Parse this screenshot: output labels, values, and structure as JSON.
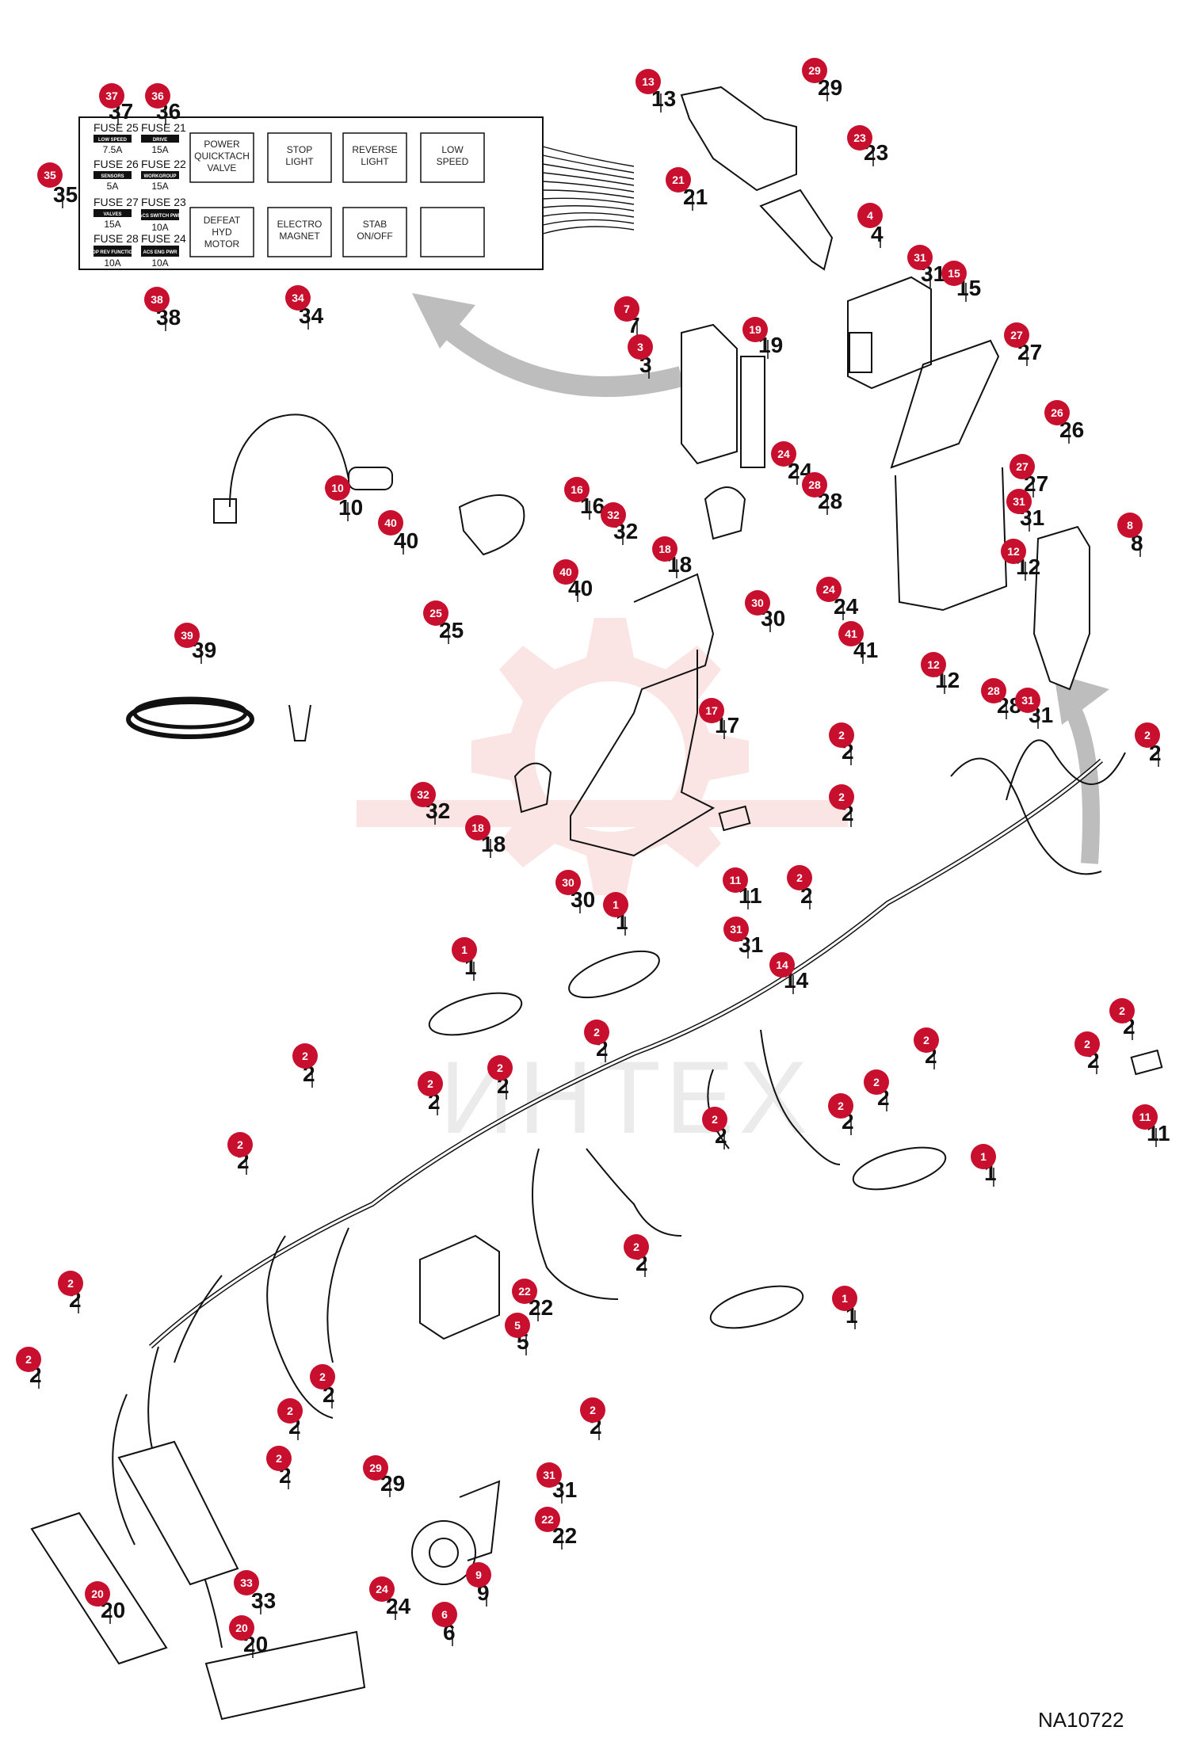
{
  "figure_id": "NA10722",
  "watermark_text": "ИНТЕХ",
  "colors": {
    "badge": "#c8102e",
    "line": "#111111",
    "watermark": "#f2b3b3",
    "arrow": "#bdbdbd"
  },
  "fuse_panel": {
    "relays": [
      {
        "lines": [
          "POWER",
          "QUICKTACH",
          "VALVE"
        ]
      },
      {
        "lines": [
          "STOP",
          "LIGHT"
        ]
      },
      {
        "lines": [
          "REVERSE",
          "LIGHT"
        ]
      },
      {
        "lines": [
          "LOW",
          "SPEED"
        ]
      },
      {
        "lines": [
          "DEFEAT",
          "HYD",
          "MOTOR"
        ]
      },
      {
        "lines": [
          "ELECTRO",
          "MAGNET"
        ]
      },
      {
        "lines": [
          "STAB",
          "ON/OFF"
        ]
      },
      {
        "lines": []
      }
    ],
    "fuses": [
      {
        "title": "FUSE 25",
        "tag": "LOW SPEED",
        "amp": "7.5A"
      },
      {
        "title": "FUSE 21",
        "tag": "DRIVE",
        "amp": "15A"
      },
      {
        "title": "FUSE 26",
        "tag": "SENSORS",
        "amp": "5A"
      },
      {
        "title": "FUSE 22",
        "tag": "WORKGROUP",
        "amp": "15A"
      },
      {
        "title": "FUSE 27",
        "tag": "VALVES",
        "amp": "15A"
      },
      {
        "title": "FUSE 23",
        "tag": "ACS SWITCH PWR",
        "amp": "10A"
      },
      {
        "title": "FUSE 28",
        "tag": "STOP REV FUNCTIONS",
        "amp": "10A"
      },
      {
        "title": "FUSE 24",
        "tag": "ACS ENG PWR",
        "amp": "10A"
      }
    ]
  },
  "callouts": [
    {
      "id": "37",
      "badge": "37",
      "num": "37"
    },
    {
      "id": "36",
      "badge": "36",
      "num": "36"
    },
    {
      "id": "35",
      "badge": "35",
      "num": "35"
    },
    {
      "id": "38",
      "badge": "38",
      "num": "38"
    },
    {
      "id": "34",
      "badge": "34",
      "num": "34"
    },
    {
      "id": "13",
      "badge": "13",
      "num": "13"
    },
    {
      "id": "29a",
      "badge": "29",
      "num": "29"
    },
    {
      "id": "23",
      "badge": "23",
      "num": "23"
    },
    {
      "id": "21",
      "badge": "21",
      "num": "21"
    },
    {
      "id": "4",
      "badge": "4",
      "num": "4"
    },
    {
      "id": "31a",
      "badge": "31",
      "num": "31"
    },
    {
      "id": "15",
      "badge": "15",
      "num": "15"
    },
    {
      "id": "7",
      "badge": "7",
      "num": "7"
    },
    {
      "id": "3",
      "badge": "3",
      "num": "3"
    },
    {
      "id": "19",
      "badge": "19",
      "num": "19"
    },
    {
      "id": "27a",
      "badge": "27",
      "num": "27"
    },
    {
      "id": "26",
      "badge": "26",
      "num": "26"
    },
    {
      "id": "27b",
      "badge": "27",
      "num": "27"
    },
    {
      "id": "24a",
      "badge": "24",
      "num": "24"
    },
    {
      "id": "28a",
      "badge": "28",
      "num": "28"
    },
    {
      "id": "31b",
      "badge": "31",
      "num": "31"
    },
    {
      "id": "8",
      "badge": "8",
      "num": "8"
    },
    {
      "id": "12a",
      "badge": "12",
      "num": "12"
    },
    {
      "id": "24b",
      "badge": "24",
      "num": "24"
    },
    {
      "id": "41",
      "badge": "41",
      "num": "41"
    },
    {
      "id": "12b",
      "badge": "12",
      "num": "12"
    },
    {
      "id": "28b",
      "badge": "28",
      "num": "28"
    },
    {
      "id": "31c",
      "badge": "31",
      "num": "31"
    },
    {
      "id": "31d",
      "badge": "31",
      "num": "31"
    },
    {
      "id": "10",
      "badge": "10",
      "num": "10"
    },
    {
      "id": "16",
      "badge": "16",
      "num": "16"
    },
    {
      "id": "40a",
      "badge": "40",
      "num": "40"
    },
    {
      "id": "40b",
      "badge": "40",
      "num": "40"
    },
    {
      "id": "25",
      "badge": "25",
      "num": "25"
    },
    {
      "id": "32a",
      "badge": "32",
      "num": "32"
    },
    {
      "id": "18a",
      "badge": "18",
      "num": "18"
    },
    {
      "id": "30a",
      "badge": "30",
      "num": "30"
    },
    {
      "id": "39",
      "badge": "39",
      "num": "39"
    },
    {
      "id": "17",
      "badge": "17",
      "num": "17"
    },
    {
      "id": "32b",
      "badge": "32",
      "num": "32"
    },
    {
      "id": "18b",
      "badge": "18",
      "num": "18"
    },
    {
      "id": "30b",
      "badge": "30",
      "num": "30"
    },
    {
      "id": "11a",
      "badge": "11",
      "num": "11"
    },
    {
      "id": "2a",
      "badge": "2",
      "num": "2"
    },
    {
      "id": "2b",
      "badge": "2",
      "num": "2"
    },
    {
      "id": "2c",
      "badge": "2",
      "num": "2"
    },
    {
      "id": "2d",
      "badge": "2",
      "num": "2"
    },
    {
      "id": "1a",
      "badge": "1",
      "num": "1"
    },
    {
      "id": "31e",
      "badge": "31",
      "num": "31"
    },
    {
      "id": "14",
      "badge": "14",
      "num": "14"
    },
    {
      "id": "1b",
      "badge": "1",
      "num": "1"
    },
    {
      "id": "2e",
      "badge": "2",
      "num": "2"
    },
    {
      "id": "2f",
      "badge": "2",
      "num": "2"
    },
    {
      "id": "2g",
      "badge": "2",
      "num": "2"
    },
    {
      "id": "2h",
      "badge": "2",
      "num": "2"
    },
    {
      "id": "2i",
      "badge": "2",
      "num": "2"
    },
    {
      "id": "2j",
      "badge": "2",
      "num": "2"
    },
    {
      "id": "2k",
      "badge": "2",
      "num": "2"
    },
    {
      "id": "2l",
      "badge": "2",
      "num": "2"
    },
    {
      "id": "2m",
      "badge": "2",
      "num": "2"
    },
    {
      "id": "11b",
      "badge": "11",
      "num": "11"
    },
    {
      "id": "2n",
      "badge": "2",
      "num": "2"
    },
    {
      "id": "1c",
      "badge": "1",
      "num": "1"
    },
    {
      "id": "2o",
      "badge": "2",
      "num": "2"
    },
    {
      "id": "2p",
      "badge": "2",
      "num": "2"
    },
    {
      "id": "22a",
      "badge": "22",
      "num": "22"
    },
    {
      "id": "5",
      "badge": "5",
      "num": "5"
    },
    {
      "id": "1d",
      "badge": "1",
      "num": "1"
    },
    {
      "id": "2q",
      "badge": "2",
      "num": "2"
    },
    {
      "id": "2r",
      "badge": "2",
      "num": "2"
    },
    {
      "id": "2s",
      "badge": "2",
      "num": "2"
    },
    {
      "id": "2t",
      "badge": "2",
      "num": "2"
    },
    {
      "id": "2u",
      "badge": "2",
      "num": "2"
    },
    {
      "id": "2v",
      "badge": "2",
      "num": "2"
    },
    {
      "id": "29b",
      "badge": "29",
      "num": "29"
    },
    {
      "id": "31f",
      "badge": "31",
      "num": "31"
    },
    {
      "id": "22b",
      "badge": "22",
      "num": "22"
    },
    {
      "id": "24c",
      "badge": "24",
      "num": "24"
    },
    {
      "id": "9",
      "badge": "9",
      "num": "9"
    },
    {
      "id": "6",
      "badge": "6",
      "num": "6"
    },
    {
      "id": "33",
      "badge": "33",
      "num": "33"
    },
    {
      "id": "20a",
      "badge": "20",
      "num": "20"
    },
    {
      "id": "20b",
      "badge": "20",
      "num": "20"
    }
  ]
}
